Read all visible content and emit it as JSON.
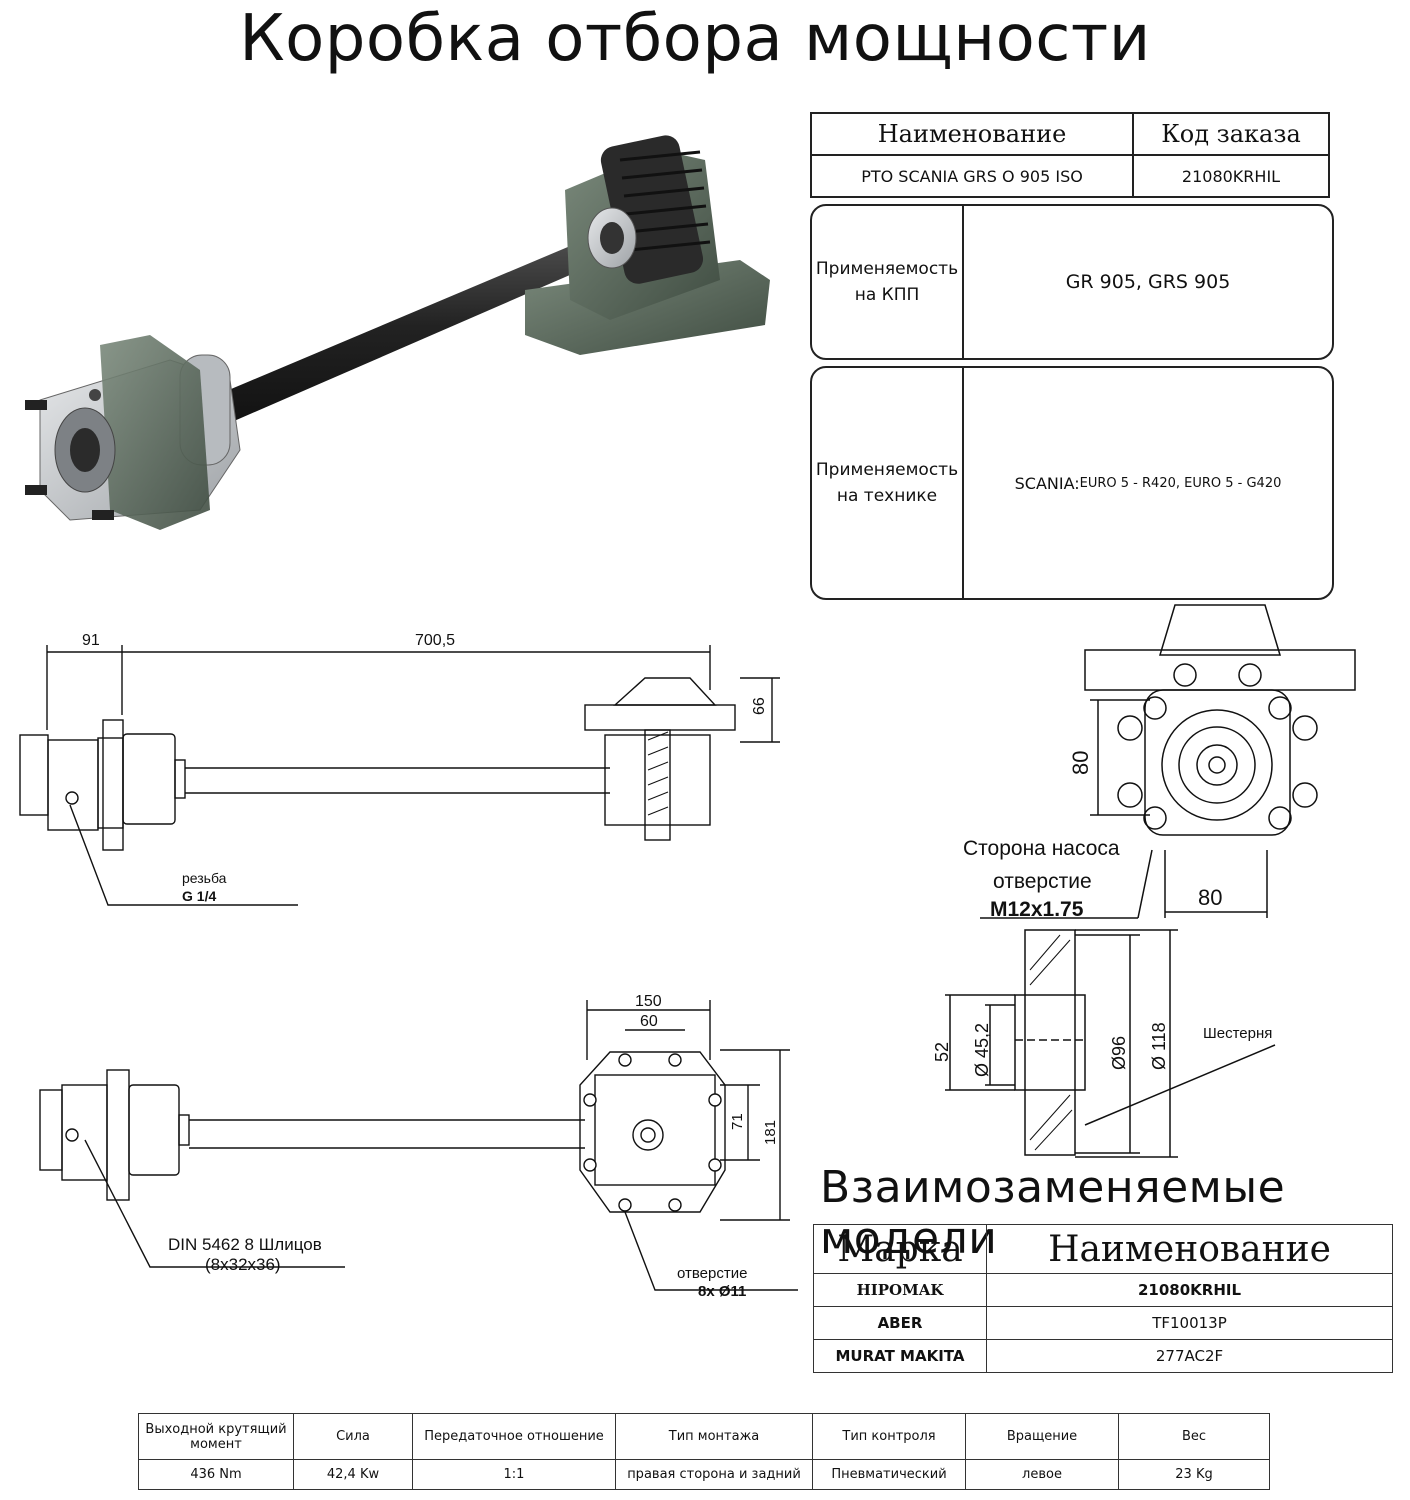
{
  "title": "Коробка отбора мощности",
  "order": {
    "col_name": "Наименование",
    "col_code": "Код заказа",
    "name": "PTO SCANIA GRS O 905 ISO",
    "code": "21080KRHIL"
  },
  "gearbox_applicability": {
    "label": "Применяемость на КПП",
    "value": "GR 905, GRS 905"
  },
  "vehicle_applicability": {
    "label": "Применяемость на  технике",
    "prefix": "SCANIA:",
    "value": " EURO 5 - R420, EURO 5 - G420"
  },
  "drawing": {
    "dim_91": "91",
    "dim_700": "700,5",
    "dim_66": "66",
    "thread_label": "резьба",
    "thread_value": "G 1/4",
    "dim_150": "150",
    "dim_60": "60",
    "dim_71": "71",
    "dim_181": "181",
    "spline_line1": "DIN 5462 8 Шлицов",
    "spline_line2": "(8x32x36)",
    "hole_label": "отверстие",
    "hole_value": "8x Ø11",
    "dim_80v": "80",
    "dim_80h": "80",
    "pump_side": "Сторона насоса",
    "pump_hole": "отверстие",
    "pump_thread": "M12x1.75",
    "dim_52": "52",
    "dim_452": "Ø 45,2",
    "dim_96": "Ø96",
    "dim_118": "Ø 118",
    "gear_label": "Шестерня"
  },
  "interchangeable": {
    "title": "Взаимозаменяемые модели",
    "col_brand": "Марка",
    "col_name": "Наименование",
    "rows": [
      {
        "brand": "HIPOMAK",
        "name": "21080KRHIL"
      },
      {
        "brand": "ABER",
        "name": "TF10013P"
      },
      {
        "brand": "MURAT MAKITA",
        "name": "277AC2F"
      }
    ]
  },
  "specs": {
    "headers": [
      "Выходной крутящий момент",
      "Сила",
      "Передаточное отношение",
      "Тип монтажа",
      "Тип контроля",
      "Вращение",
      "Вес"
    ],
    "values": [
      "436 Nm",
      "42,4 Kw",
      "1:1",
      "правая сторона и задний",
      "Пневматический",
      "левое",
      "23 Kg"
    ]
  },
  "colors": {
    "housing_green": "#56665a",
    "shaft": "#2b2b2b",
    "aluminium": "#c9ccd0"
  }
}
